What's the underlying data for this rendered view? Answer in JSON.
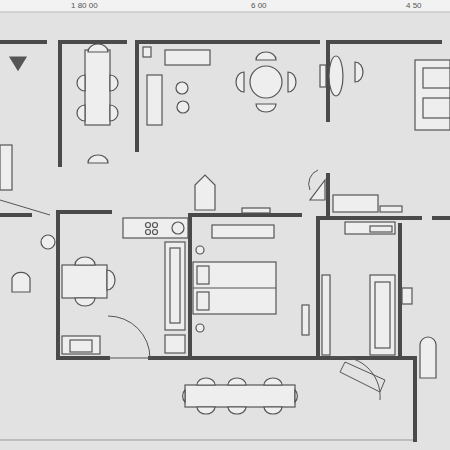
{
  "diagram": {
    "labels": [
      "1 80 00",
      "6 00",
      "4 50"
    ]
  }
}
